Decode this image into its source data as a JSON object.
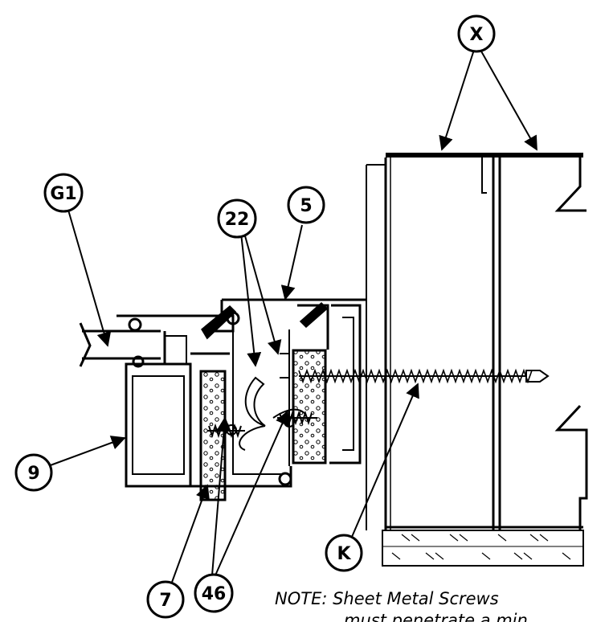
{
  "callouts": {
    "x": "X",
    "g1": "G1",
    "five": "5",
    "twentytwo": "22",
    "nine": "9",
    "seven": "7",
    "fortysix": "46",
    "k": "K"
  },
  "note": {
    "line1": "NOTE: Sheet Metal Screws",
    "line2": "must penetrate a min."
  }
}
